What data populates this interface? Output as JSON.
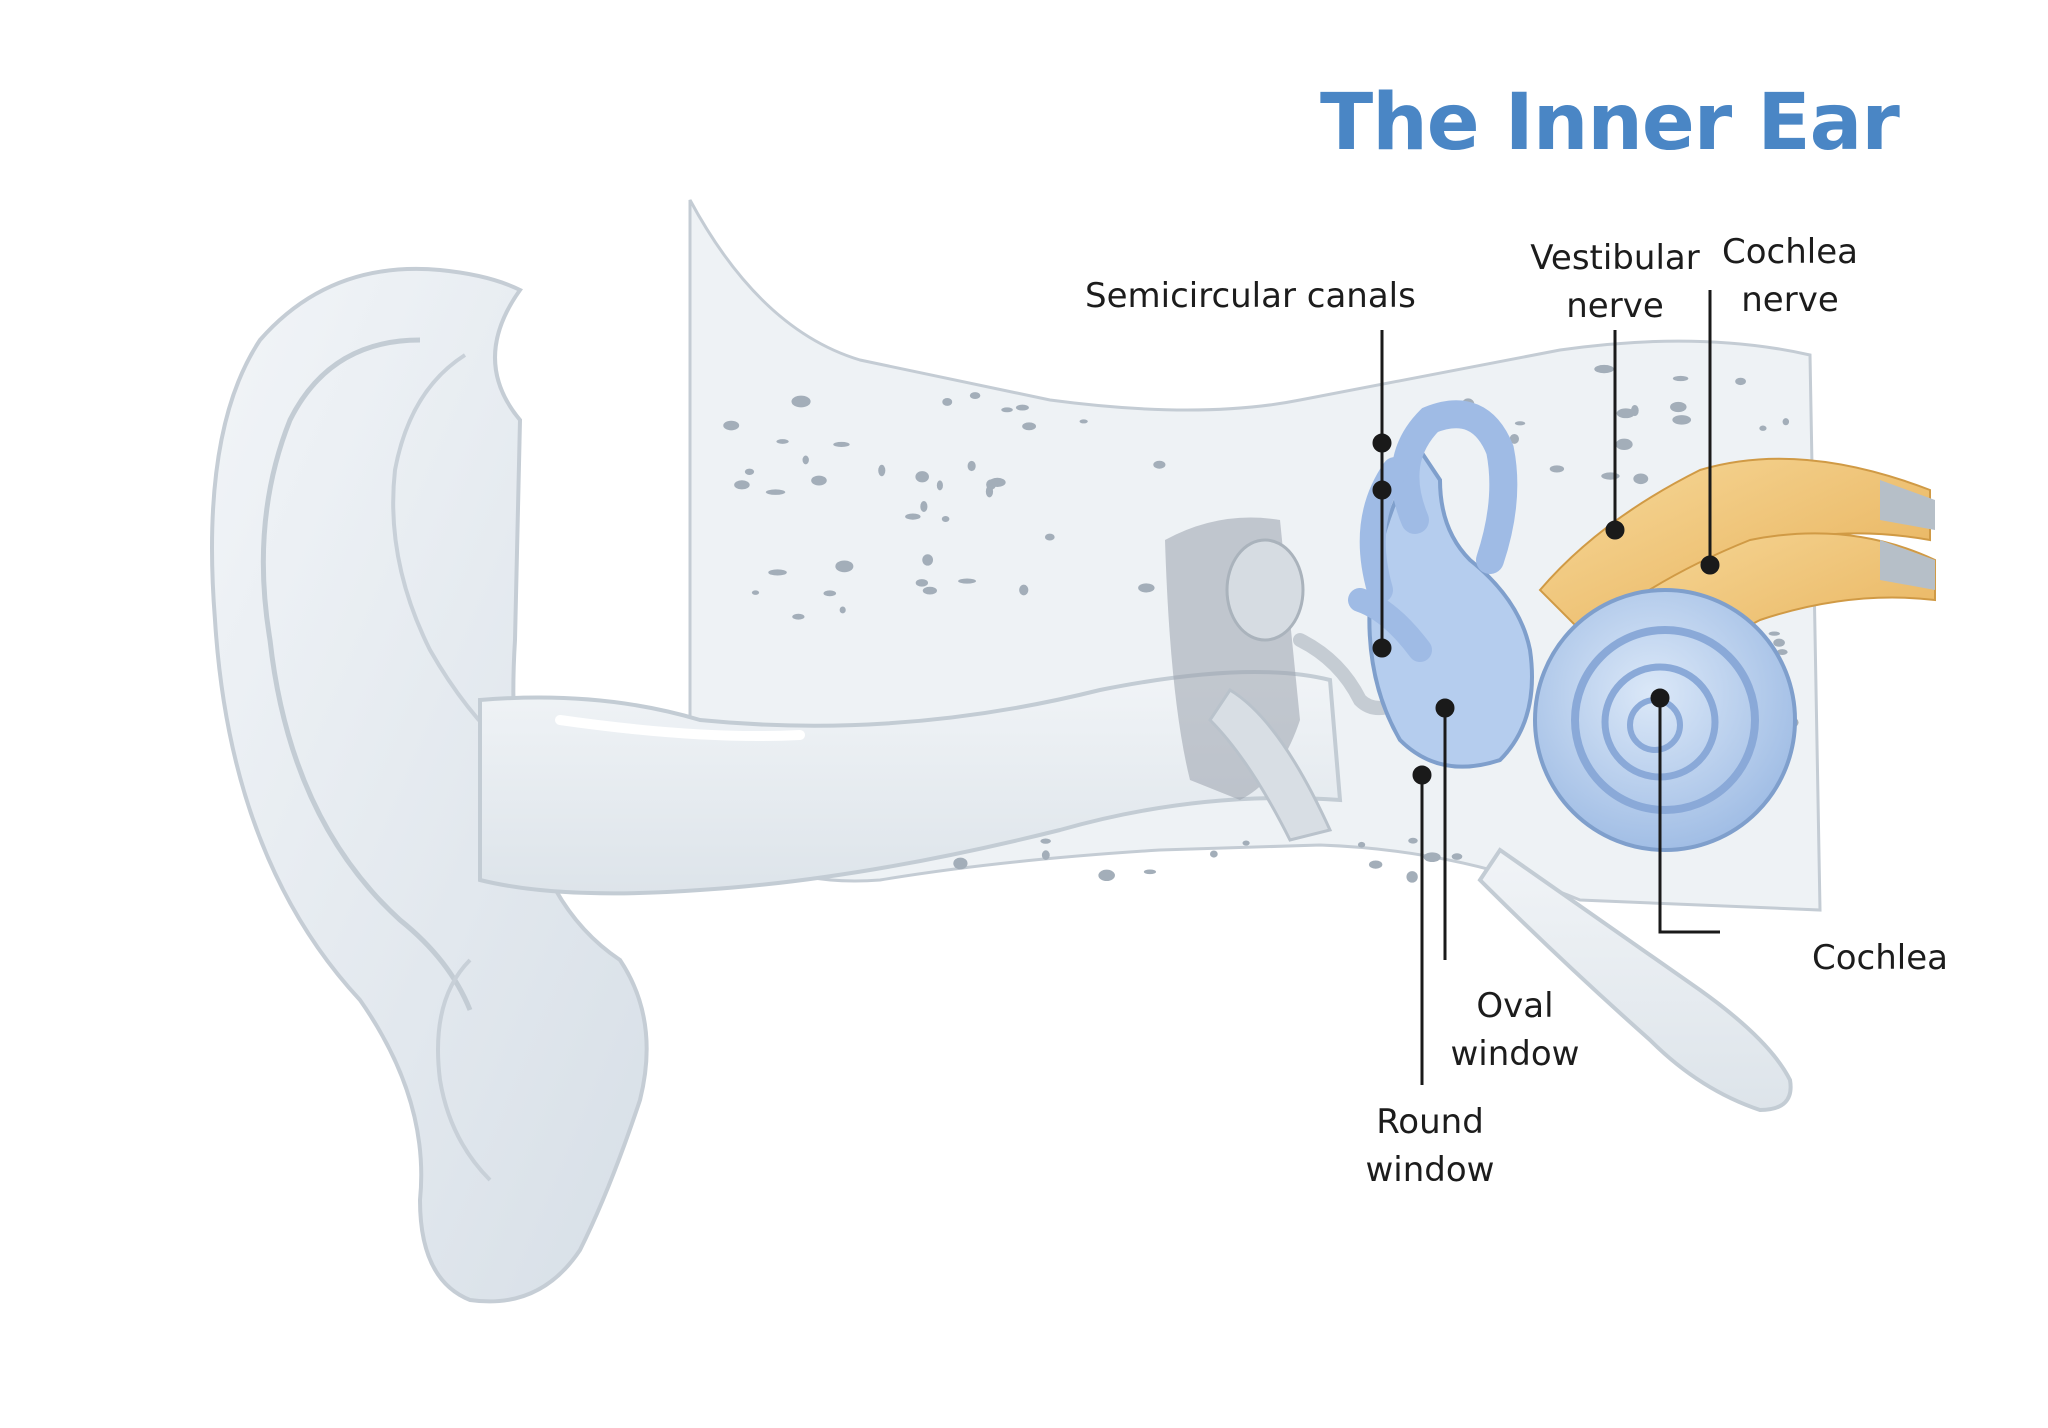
{
  "title": "The Inner Ear",
  "colors": {
    "title": "#4a86c5",
    "inner_ear_fill": "#b5cdee",
    "inner_ear_stroke": "#7f9fcc",
    "nerve": "#f0c373",
    "ear_tissue": "#e6ecf1",
    "bone": "#eef2f5",
    "bone_pores": "#9aa6b2",
    "leader_line": "#1a1a1a"
  },
  "labels": {
    "semicircular_canals": [
      "Semicircular canals"
    ],
    "vestibular_nerve": [
      "Vestibular",
      "nerve"
    ],
    "cochlea_nerve": [
      "Cochlea",
      "nerve"
    ],
    "cochlea": [
      "Cochlea"
    ],
    "oval_window": [
      "Oval",
      "window"
    ],
    "round_window": [
      "Round",
      "window"
    ]
  }
}
